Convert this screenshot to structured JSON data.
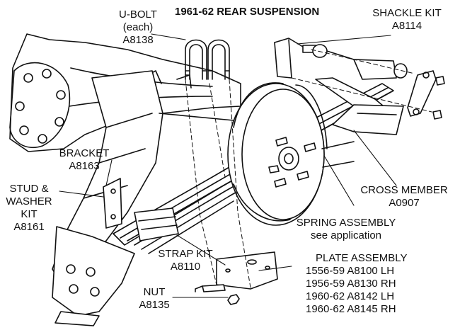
{
  "title": "1961-62 REAR SUSPENSION",
  "labels": {
    "ubolt": {
      "name": "U-BOLT",
      "qty": "(each)",
      "part": "A8138"
    },
    "shackle": {
      "name": "SHACKLE KIT",
      "part": "A8114"
    },
    "bracket": {
      "name": "BRACKET",
      "part": "A8163"
    },
    "stud": {
      "line1": "STUD &",
      "line2": "WASHER",
      "line3": "KIT",
      "part": "A8161"
    },
    "cross_member": {
      "name": "CROSS MEMBER",
      "part": "A0907"
    },
    "spring": {
      "name": "SPRING ASSEMBLY",
      "note": "see application"
    },
    "strap": {
      "name": "STRAP KIT",
      "part": "A8110"
    },
    "nut": {
      "name": "NUT",
      "part": "A8135"
    },
    "plate": {
      "name": "PLATE ASSEMBLY",
      "rows": [
        "1556-59 A8100 LH",
        "1956-59 A8130 RH",
        "1960-62 A8142 LH",
        "1960-62 A8145 RH"
      ]
    }
  },
  "colors": {
    "ink": "#111111",
    "paper": "#ffffff",
    "shade": "#cfcfcf"
  }
}
